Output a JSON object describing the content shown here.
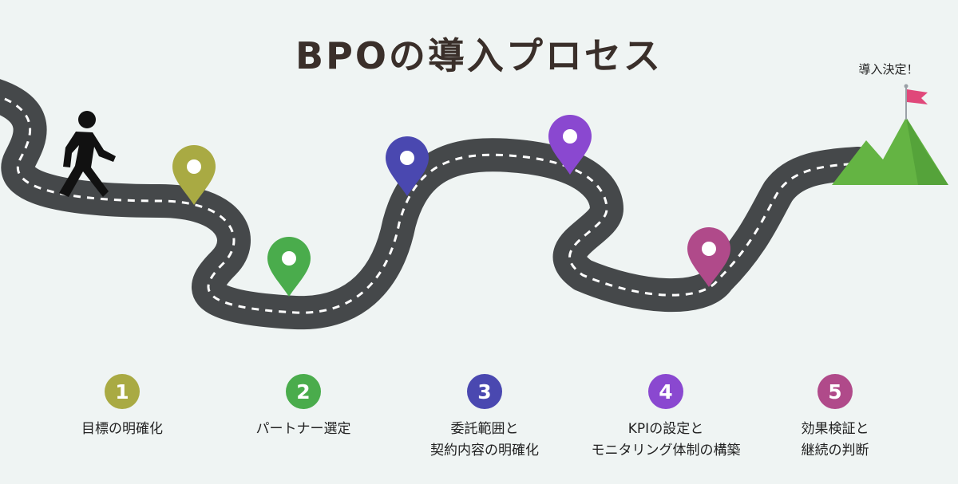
{
  "title": "BPOの導入プロセス",
  "goal_label": "導入決定！",
  "colors": {
    "background": "#eff4f3",
    "road": "#45484a",
    "road_dash": "#ffffff",
    "mountain": "#64b443",
    "flag": "#e0487a"
  },
  "steps": [
    {
      "number": "1",
      "lines": [
        "目標の明確化"
      ],
      "color": "#a9aa43"
    },
    {
      "number": "2",
      "lines": [
        "パートナー選定"
      ],
      "color": "#4aac4c"
    },
    {
      "number": "3",
      "lines": [
        "委託範囲と",
        "契約内容の明確化"
      ],
      "color": "#4a48b0"
    },
    {
      "number": "4",
      "lines": [
        "KPIの設定と",
        "モニタリング体制の構築"
      ],
      "color": "#8a48d0"
    },
    {
      "number": "5",
      "lines": [
        "効果検証と",
        "継続の判断"
      ],
      "color": "#b04a8a"
    }
  ],
  "icons": [
    "walking-person-icon",
    "map-pin-icon",
    "mountain-icon",
    "flag-icon"
  ]
}
